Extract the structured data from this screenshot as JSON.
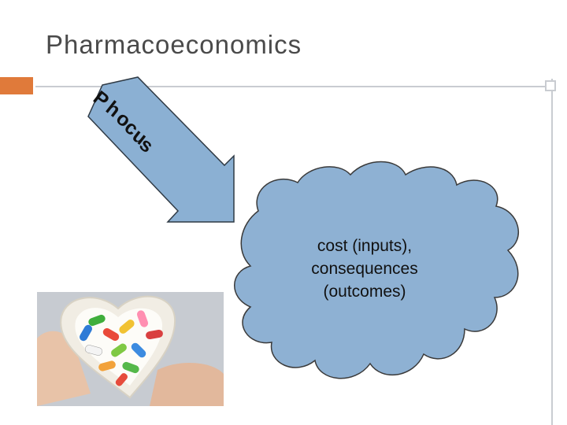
{
  "slide": {
    "title": "Pharmacoeconomics",
    "arrow_label": "Phocus",
    "arrow_letters": [
      "P",
      "h",
      "o",
      "c",
      "u",
      "s"
    ],
    "cloud_lines": [
      "cost (inputs),",
      "consequences",
      "(outcomes)"
    ]
  },
  "colors": {
    "title": "#4a4a4a",
    "accent": "#e07a3a",
    "rule": "#c9ccd1",
    "arrow_fill": "#8bb0d3",
    "cloud_fill": "#8eb1d3",
    "outline": "#3a3a3a"
  },
  "images": {
    "photo": "heart-shaped-pill-box-with-capsules"
  }
}
